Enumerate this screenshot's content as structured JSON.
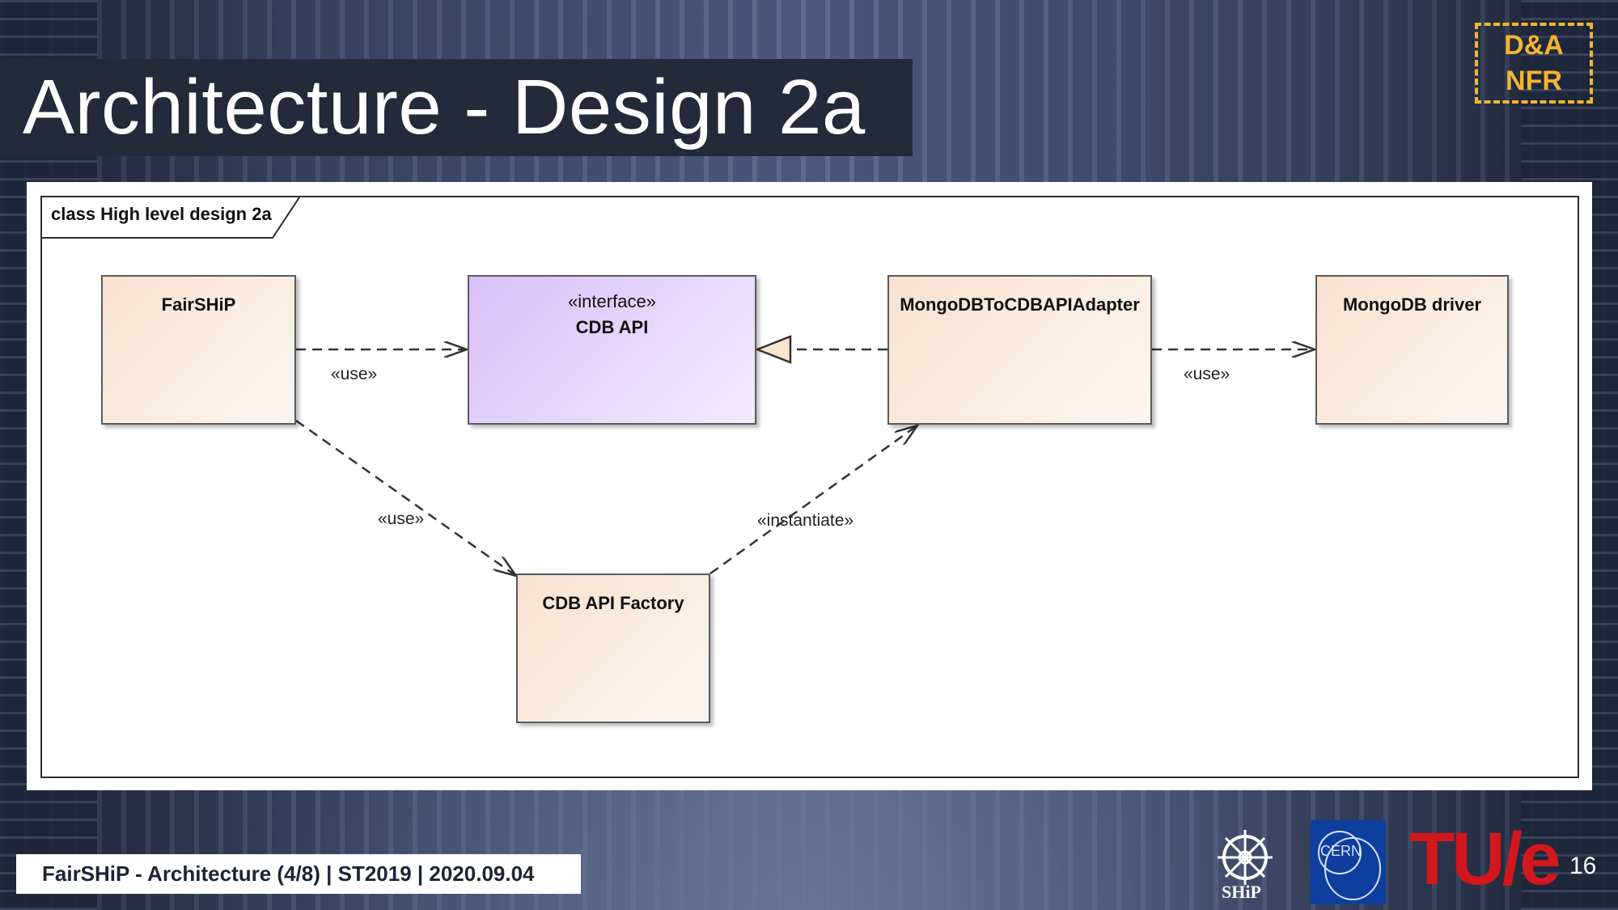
{
  "slide": {
    "title": "Architecture - Design 2a",
    "badge": {
      "line1": "D&A",
      "line2": "NFR",
      "color": "#f3b52f"
    },
    "footer": "FairSHiP - Architecture (4/8) | ST2019 | 2020.09.04",
    "page_number": "16"
  },
  "diagram": {
    "frame_label": "class High level design 2a",
    "classes": {
      "fairship": {
        "name": "FairSHiP"
      },
      "cdb_api": {
        "stereotype": "«interface»",
        "name": "CDB API"
      },
      "adapter": {
        "name": "MongoDBToCDBAPIAdapter"
      },
      "mongodb_driver": {
        "name": "MongoDB driver"
      },
      "factory": {
        "name": "CDB API Factory"
      }
    },
    "relations": {
      "fairship_to_api": "«use»",
      "adapter_to_driver": "«use»",
      "fairship_to_factory": "«use»",
      "factory_to_adapter": "«instantiate»"
    }
  },
  "logos": {
    "ship": "SHiP",
    "cern": "CERN",
    "tue": "TU/e"
  }
}
